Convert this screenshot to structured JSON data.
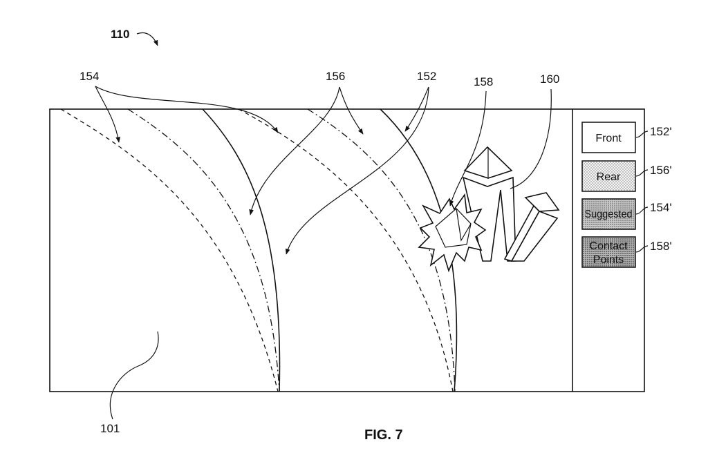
{
  "figure_number": "110",
  "caption": "FIG. 7",
  "reference_labels": {
    "display_area": "101",
    "suggested_path": "154",
    "rear_path": "156",
    "front_path": "152",
    "contact_points": "158",
    "obstacle": "160"
  },
  "legend_buttons": [
    {
      "label": "Front",
      "ref": "152'",
      "fill": "#ffffff"
    },
    {
      "label": "Rear",
      "ref": "156'",
      "fill": "#e9e9e9"
    },
    {
      "label": "Suggested",
      "ref": "154'",
      "fill": "#bdbdbd"
    },
    {
      "label_line1": "Contact",
      "label_line2": "Points",
      "ref": "158'",
      "fill": "#a9a9a9"
    }
  ]
}
